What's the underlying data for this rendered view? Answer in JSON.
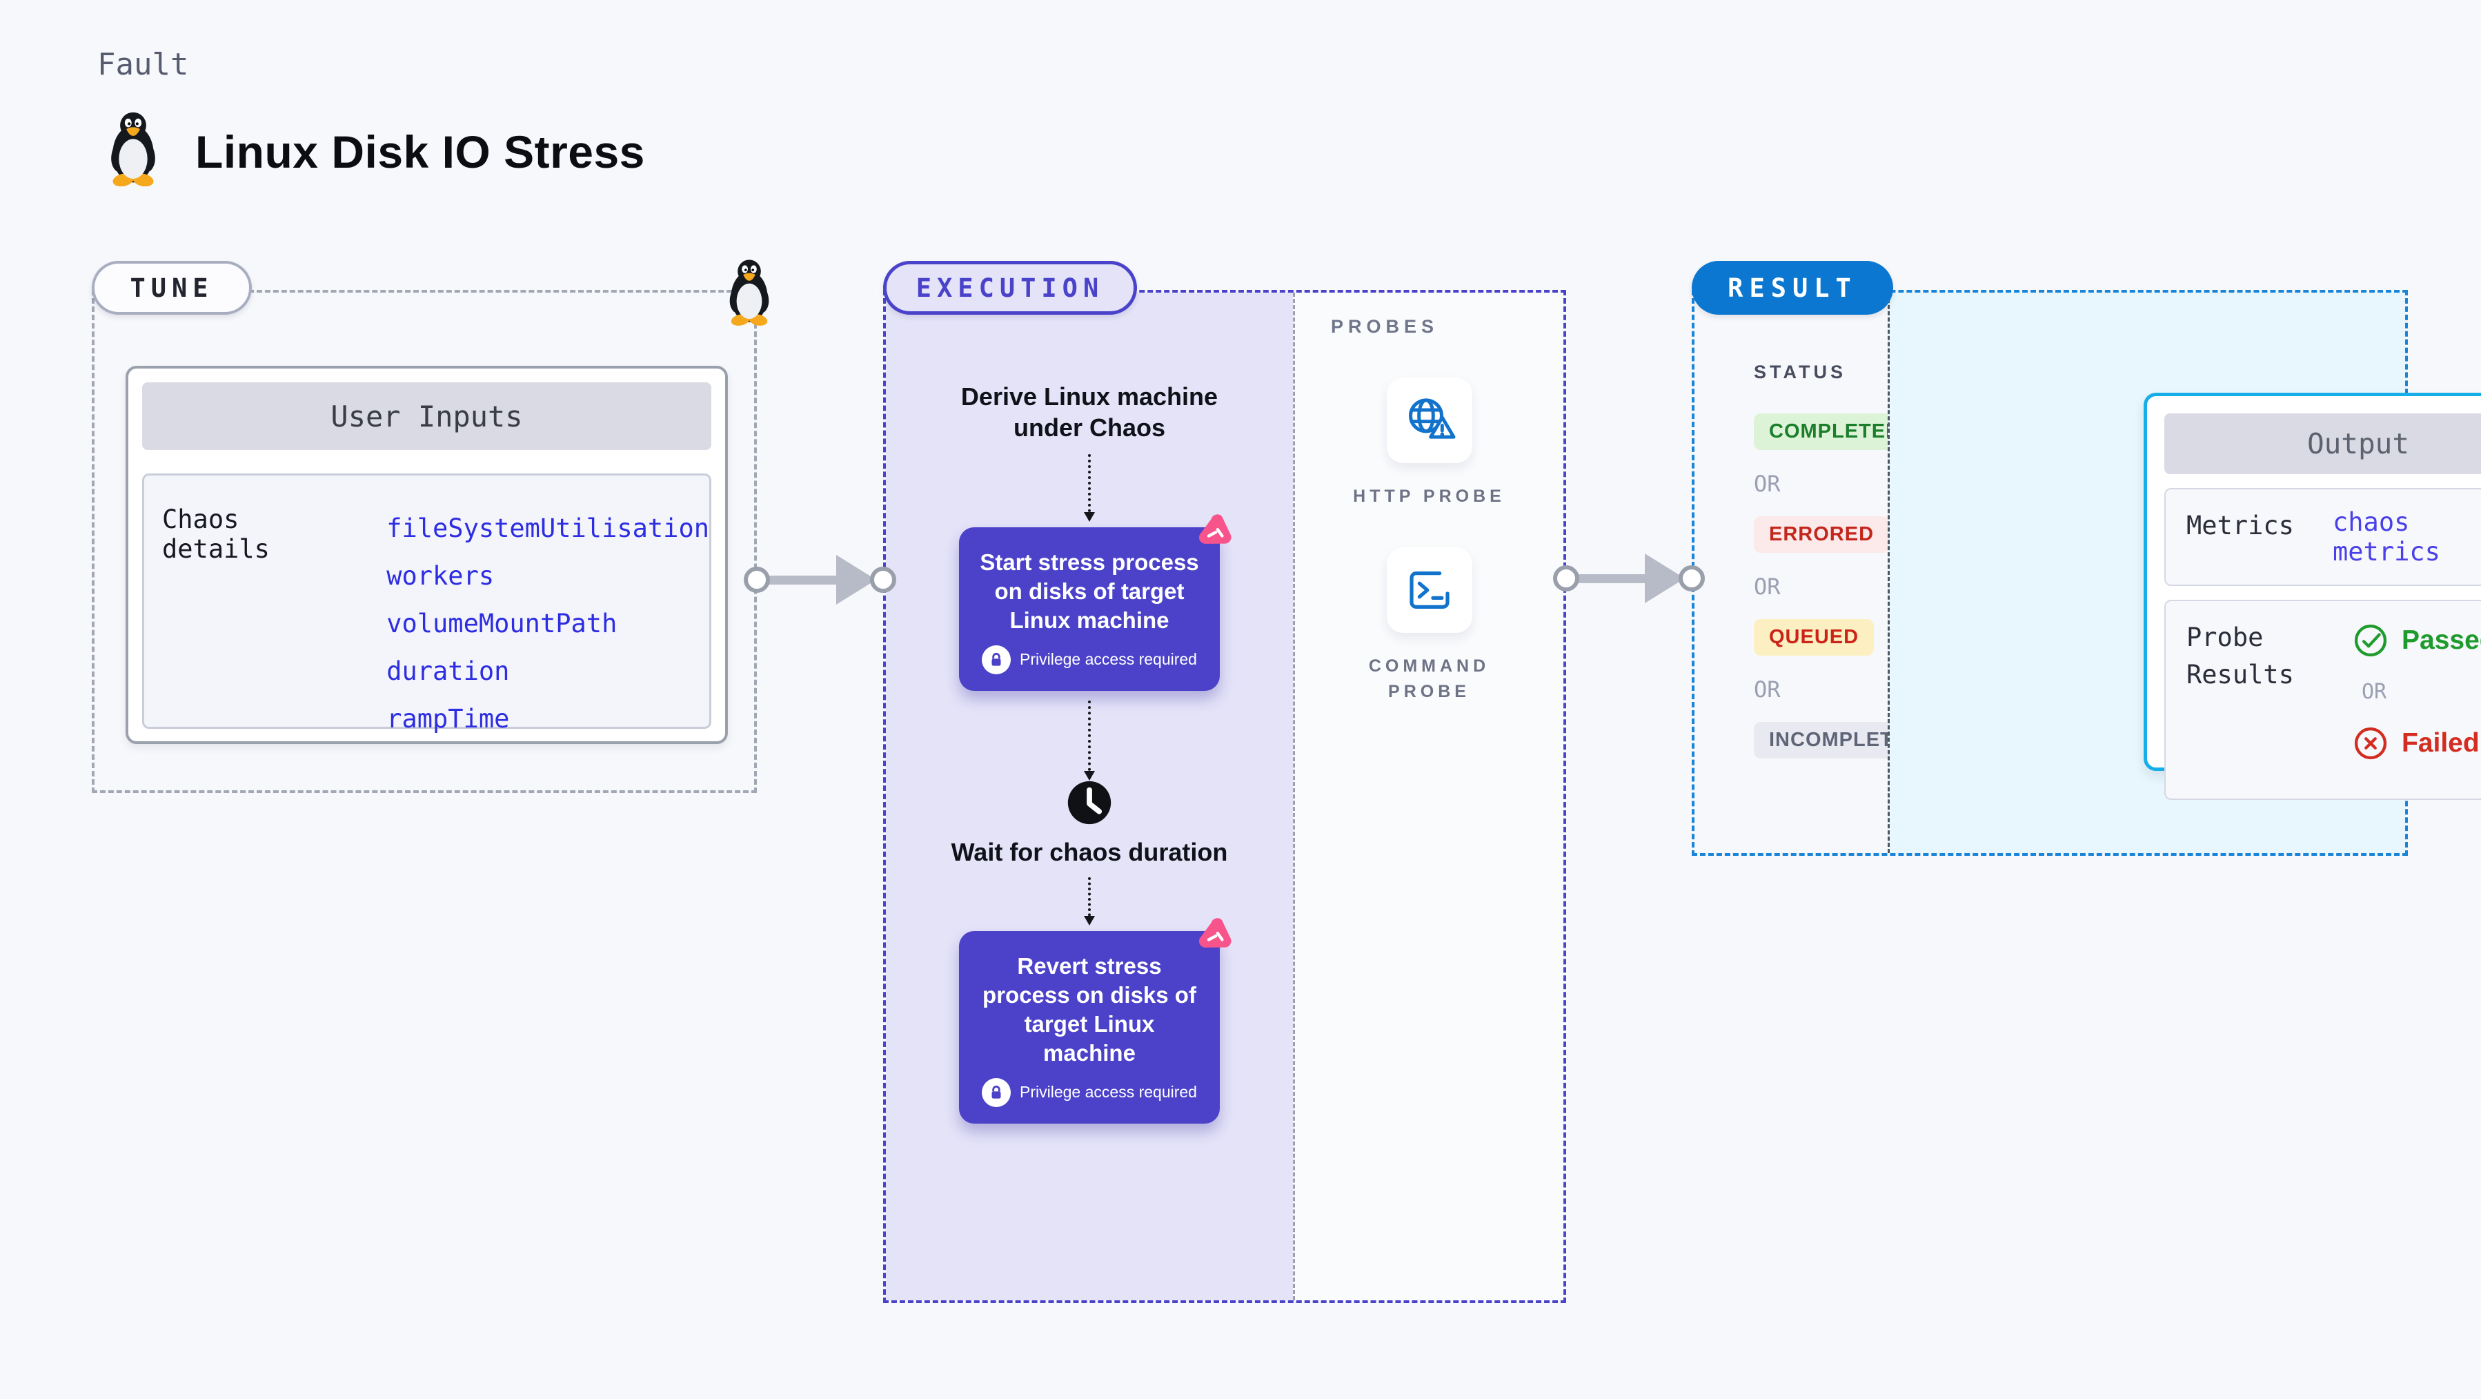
{
  "header": {
    "eyebrow": "Fault",
    "title": "Linux Disk IO Stress"
  },
  "tune": {
    "badge": "TUNE",
    "user_inputs": {
      "title": "User Inputs",
      "row_label": "Chaos details",
      "values": [
        "fileSystemUtilisation",
        "workers",
        "volumeMountPath",
        "duration",
        "rampTime"
      ]
    }
  },
  "execution": {
    "badge": "EXECUTION",
    "flow": {
      "derive_label": "Derive Linux machine under Chaos",
      "start_node": {
        "label": "Start stress process on disks of target Linux machine",
        "privilege": "Privilege access required"
      },
      "wait_label": "Wait for chaos duration",
      "revert_node": {
        "label": "Revert stress process on disks of target Linux machine",
        "privilege": "Privilege access required"
      }
    },
    "probes": {
      "label": "PROBES",
      "items": [
        {
          "label": "HTTP PROBE",
          "icon": "globe-alert-icon"
        },
        {
          "label": "COMMAND PROBE",
          "icon": "terminal-icon"
        }
      ]
    }
  },
  "result": {
    "badge": "RESULT",
    "status": {
      "label": "STATUS",
      "sequence": [
        {
          "label": "COMPLETED",
          "kind": "success"
        },
        {
          "label": "OR",
          "kind": "or"
        },
        {
          "label": "ERRORED",
          "kind": "error"
        },
        {
          "label": "OR",
          "kind": "or"
        },
        {
          "label": "QUEUED",
          "kind": "warning"
        },
        {
          "label": "OR",
          "kind": "or"
        },
        {
          "label": "INCOMPLETED",
          "kind": "neutral"
        }
      ]
    },
    "output": {
      "title": "Output",
      "metrics_row": {
        "label": "Metrics",
        "value": "chaos metrics"
      },
      "probe_results_row": {
        "label": "Probe Results",
        "passed": "Passed",
        "or": "OR",
        "failed": "Failed"
      }
    }
  },
  "icons": {
    "tux-penguin-icon": "linux tux penguin mascot",
    "litmus-chaos-icon": "pink chaos triangle chip",
    "lock-icon": "privilege lock",
    "clock-icon": "wait duration clock",
    "globe-alert-icon": "globe with warning triangle",
    "terminal-icon": "command terminal window",
    "check-circle-icon": "passed check",
    "x-circle-icon": "failed cross",
    "arrow-right-icon": "flow connector arrow"
  },
  "colors": {
    "page_bg": "#f7f8fb",
    "indigo_accent": "#4a43ca",
    "node_bg": "#4b42c9",
    "lavender_bg": "#e4e3f8",
    "result_blue": "#0b77d0",
    "result_dash": "#1985d9",
    "output_border": "#15aee8",
    "cyan_bg": "#e8f6fd",
    "probe_icon_blue": "#1273cd",
    "link_blue": "#2d2de2",
    "pink_chip": "#f7548c",
    "success_green": "#1f9b2d",
    "fail_red": "#d32c20",
    "warning_bg": "#fcf0c3",
    "arrow_gray": "#b7bac7"
  }
}
